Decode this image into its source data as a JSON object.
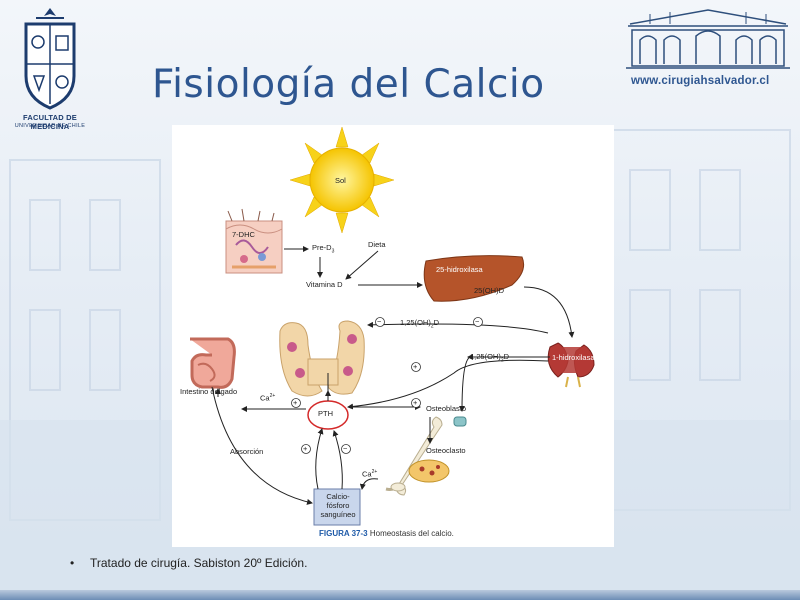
{
  "slide": {
    "title": "Fisiología del Calcio",
    "website": "www.cirugiahsalvador.cl",
    "faculty_line1": "FACULTAD DE MEDICINA",
    "faculty_line2": "UNIVERSIDAD DE CHILE",
    "bullet": "Tratado de cirugía. Sabiston 20º Edición."
  },
  "figure": {
    "sun": "Sol",
    "dhc": "7-DHC",
    "pred3": "Pre-D",
    "pred3_sub": "3",
    "dieta": "Dieta",
    "vitamina_d": "Vitamina D",
    "hidroxilasa25": "25-hidroxilasa",
    "oh25d": "25(OH)D",
    "oh125d_top": "1,25(OH)",
    "oh125d_top_sub": "2",
    "oh125d_top_end": "D",
    "oh125d_right": "1,25(OH)",
    "oh125d_right_sub": "2",
    "oh125d_right_end": "D",
    "hidroxilasa1": "1-hidroxilasa",
    "intestino": "Intestino delgado",
    "ca_left": "Ca",
    "ca_left_sup": "2+",
    "pth": "PTH",
    "osteoblasto": "Osteoblasto",
    "osteoclasto": "Osteoclasto",
    "absorcion": "Absorción",
    "ca_bottom": "Ca",
    "ca_bottom_sup": "2+",
    "calcio_box_1": "Calcio-",
    "calcio_box_2": "fósforo",
    "calcio_box_3": "sanguíneo",
    "caption_label": "FIGURA 37-3",
    "caption_text": "Homeostasis del calcio.",
    "plus": "+",
    "minus": "−"
  },
  "colors": {
    "title": "#2e5690",
    "liver": "#b5542a",
    "kidney": "#b43a35",
    "thyroid": "#f2d6a8",
    "intestine": "#f0a89a",
    "pth_circle": "#d42a2a",
    "calcio_box": "#c9d6ec"
  },
  "icons": [
    "sun-icon",
    "skin-icon",
    "liver-icon",
    "kidney-icon",
    "thyroid-icon",
    "intestine-icon",
    "bone-icon"
  ]
}
